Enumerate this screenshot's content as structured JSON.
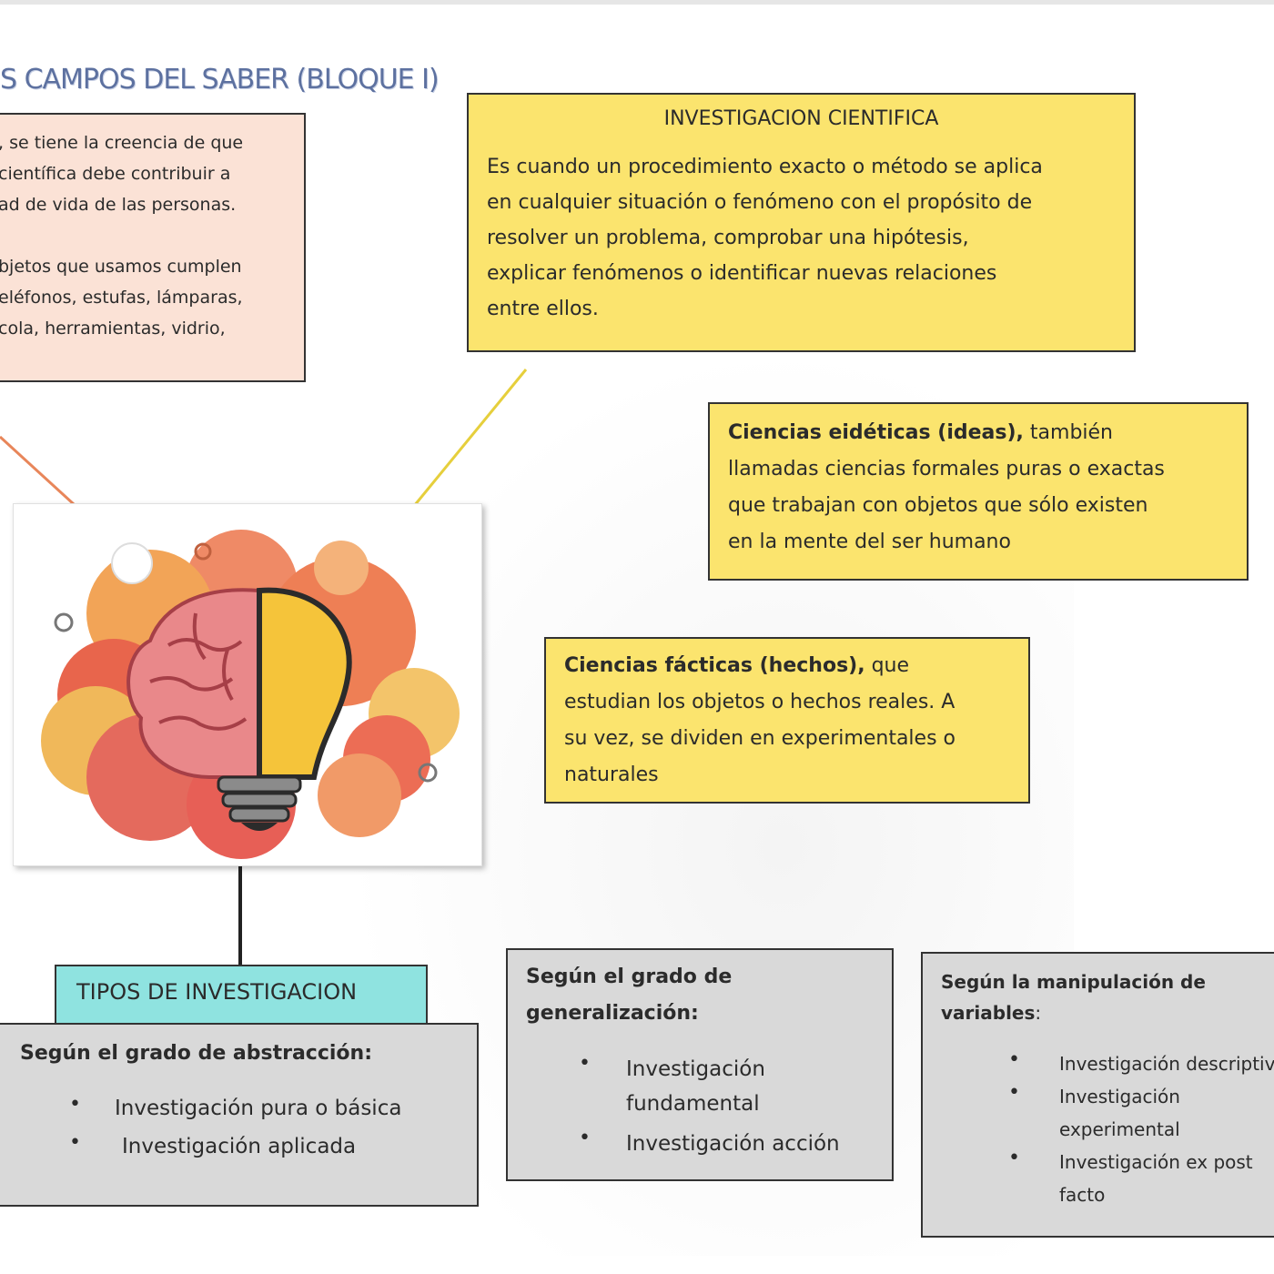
{
  "title": "S CAMPOS DEL SABER (BLOQUE I)",
  "left_note": {
    "lines": [
      ", se tiene la creencia de que",
      "científica debe contribuir a",
      "ad de vida de las personas.",
      "",
      "bjetos que usamos cumplen",
      "eléfonos, estufas, lámparas,",
      "cola, herramientas, vidrio,"
    ]
  },
  "investigacion": {
    "heading": "INVESTIGACION CIENTIFICA",
    "lines": [
      "Es cuando un procedimiento exacto o método se aplica",
      "en cualquier situación o fenómeno con el propósito de",
      "resolver un problema, comprobar una hipótesis,",
      "explicar fenómenos o identificar nuevas relaciones",
      "entre ellos."
    ]
  },
  "eideticas": {
    "bold": "Ciencias eidéticas (ideas),",
    "rest_first": " también",
    "lines": [
      "llamadas ciencias formales puras o exactas",
      "que trabajan con objetos que sólo existen",
      "en la mente del ser humano"
    ]
  },
  "facticas": {
    "bold": "Ciencias fácticas (hechos),",
    "rest_first": " que",
    "lines": [
      "estudian los objetos o hechos reales. A",
      "su vez, se dividen en experimentales o",
      "naturales"
    ]
  },
  "tipos": {
    "label": "TIPOS  DE INVESTIGACION"
  },
  "abstraccion": {
    "heading": "Según el grado de abstracción:",
    "items": [
      "Investigación pura o básica",
      "Investigación aplicada"
    ]
  },
  "generalizacion": {
    "heading_lines": [
      "Según el grado de",
      "generalización:"
    ],
    "items": [
      [
        "Investigación",
        "fundamental"
      ],
      [
        "Investigación acción"
      ]
    ]
  },
  "manipulacion": {
    "heading_lines": [
      "Según la manipulación de",
      "variables"
    ],
    "heading_suffix": ":",
    "items": [
      [
        "Investigación descriptiva"
      ],
      [
        "Investigación",
        "experimental"
      ],
      [
        "Investigación ex post",
        "facto"
      ]
    ]
  },
  "colors": {
    "pink_box": "#fbe2d6",
    "yellow_box": "#fbe46e",
    "gray_box": "#d9d9d9",
    "cyan_box": "#8fe3e0",
    "title": "#5d71a0"
  },
  "icons": [
    "lightbulb-brain-icon"
  ]
}
